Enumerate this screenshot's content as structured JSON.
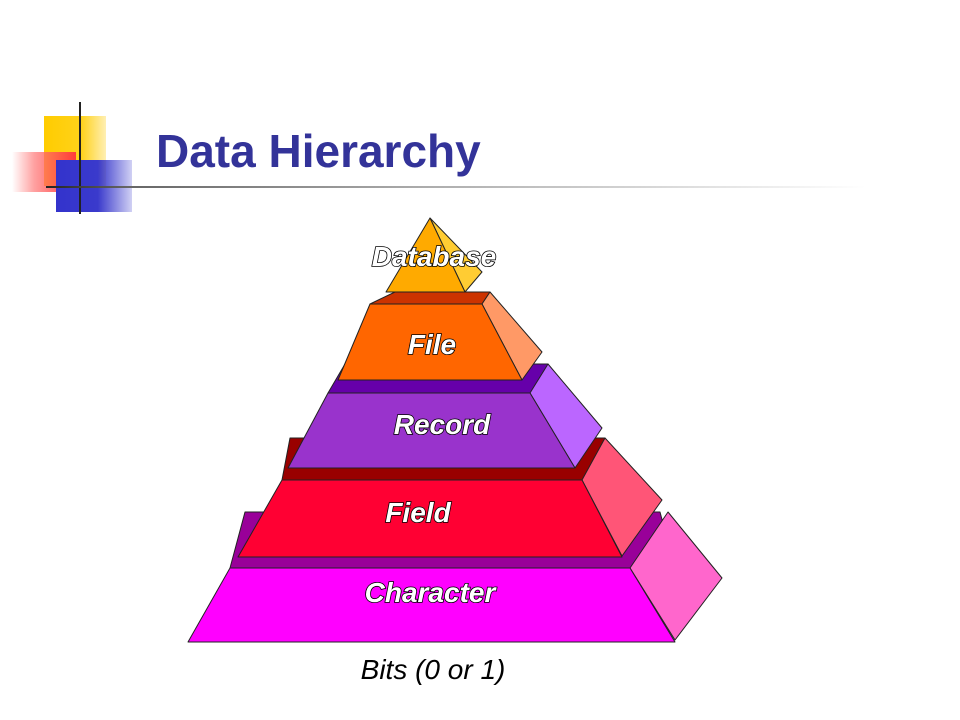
{
  "title": "Data Hierarchy",
  "pyramid": {
    "levels": [
      {
        "label": "Database",
        "front": "#ffaa00",
        "side": "#ffcc33",
        "top": "#cc8800"
      },
      {
        "label": "File",
        "front": "#ff6600",
        "side": "#ff9966",
        "top": "#cc3300"
      },
      {
        "label": "Record",
        "front": "#9933cc",
        "side": "#bb66ff",
        "top": "#6600aa"
      },
      {
        "label": "Field",
        "front": "#ff0033",
        "side": "#ff5577",
        "top": "#990000"
      },
      {
        "label": "Character",
        "front": "#ff00ff",
        "side": "#ff66cc",
        "top": "#990099"
      }
    ]
  },
  "caption": "Bits (0 or 1)",
  "colors": {
    "title": "#333399",
    "accent_yellow": "#ffcc00",
    "accent_red": "#ff3b3b",
    "accent_blue": "#3333cc"
  }
}
